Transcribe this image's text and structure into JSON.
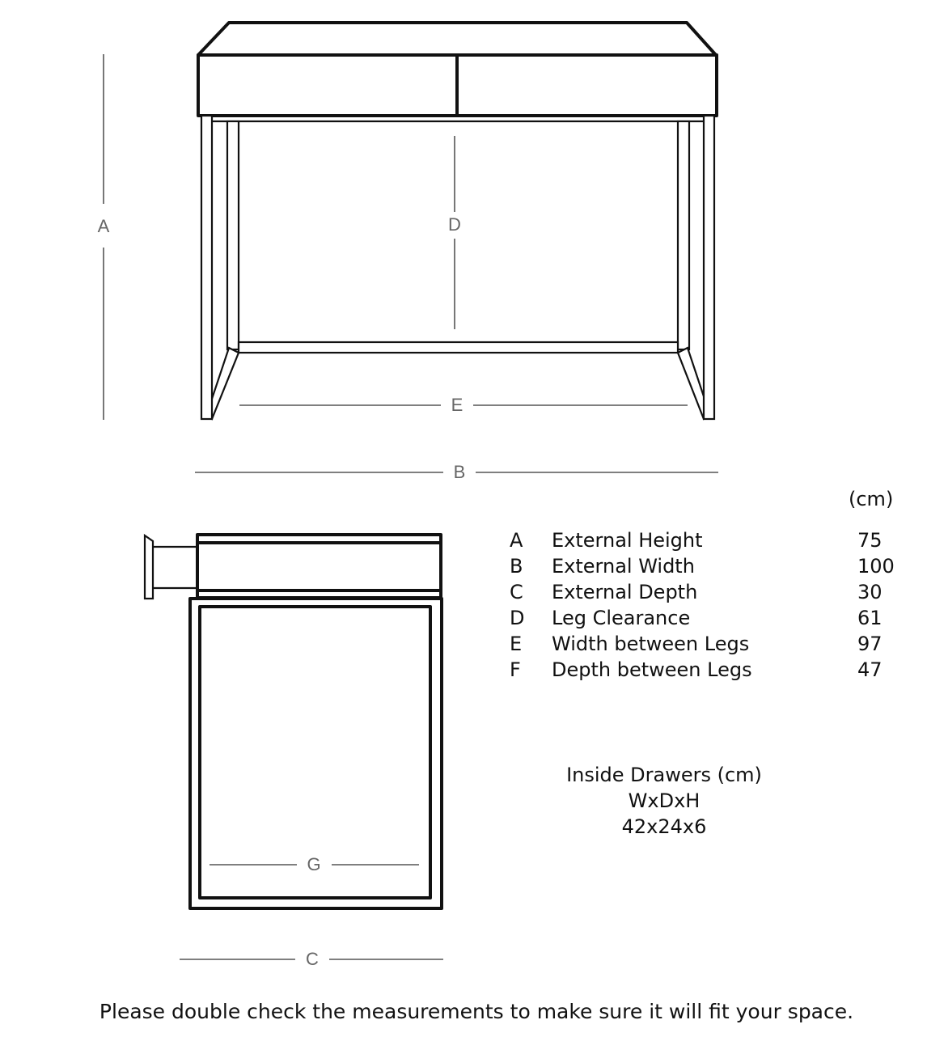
{
  "dimension_labels": {
    "A": "A",
    "B": "B",
    "C": "C",
    "D": "D",
    "E": "E",
    "G": "G"
  },
  "unit_header": "(cm)",
  "measurements": [
    {
      "key": "A",
      "name": "External Height",
      "value": "75"
    },
    {
      "key": "B",
      "name": "External Width",
      "value": "100"
    },
    {
      "key": "C",
      "name": "External Depth",
      "value": "30"
    },
    {
      "key": "D",
      "name": "Leg Clearance",
      "value": "61"
    },
    {
      "key": "E",
      "name": "Width between Legs",
      "value": "97"
    },
    {
      "key": "F",
      "name": "Depth between Legs",
      "value": "47"
    }
  ],
  "inside_drawers": {
    "title": "Inside Drawers (cm)",
    "format": "WxDxH",
    "value": "42x24x6"
  },
  "footer": "Please double check the measurements to make sure it will fit your space."
}
